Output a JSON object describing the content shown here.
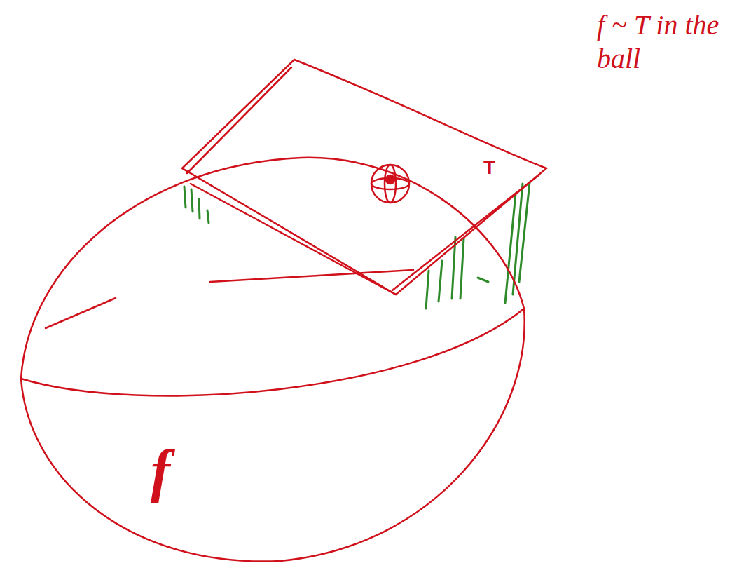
{
  "diagram": {
    "nodes": [
      {
        "text": [
          "f"
        ]
      },
      {
        "text": [
          "T"
        ]
      }
    ],
    "labels": [
      "f ~ T in the ball"
    ]
  }
}
